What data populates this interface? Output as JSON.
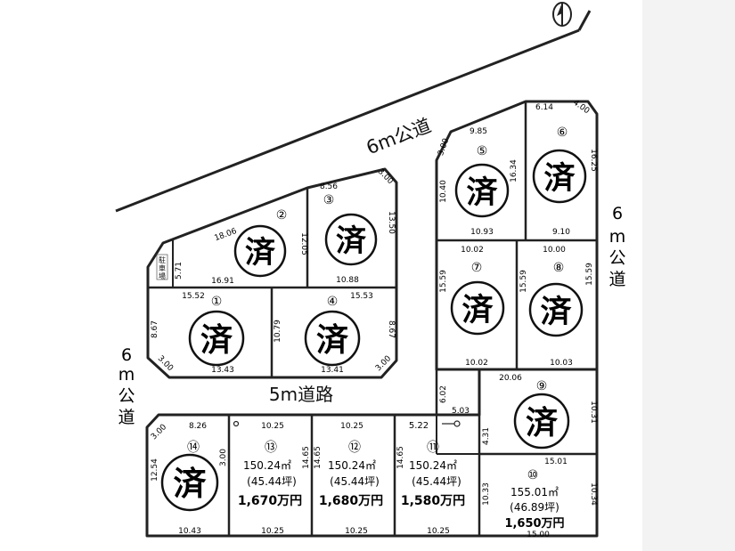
{
  "roads": {
    "north": "6m公道",
    "east_chars": [
      "6",
      "m",
      "公",
      "道"
    ],
    "west_chars": [
      "6",
      "m",
      "公",
      "道"
    ],
    "center": "5m道路"
  },
  "sold_mark": "済",
  "parking": {
    "chars": [
      "駐",
      "車",
      "場"
    ]
  },
  "lots": [
    {
      "no": "①",
      "dims": [
        "15.52",
        "8.67",
        "3.00",
        "13.43",
        "10.79"
      ]
    },
    {
      "no": "②",
      "dims": [
        "18.06",
        "5.71",
        "16.91",
        "12.05"
      ]
    },
    {
      "no": "③",
      "dims": [
        "8.56",
        "3.00",
        "13.50",
        "10.88"
      ]
    },
    {
      "no": "④",
      "dims": [
        "15.53",
        "8.67",
        "3.00",
        "13.41"
      ]
    },
    {
      "no": "⑤",
      "dims": [
        "9.85",
        "3.00",
        "10.40",
        "16.34",
        "10.93"
      ]
    },
    {
      "no": "⑥",
      "dims": [
        "6.14",
        "4.00",
        "16.25",
        "9.10"
      ]
    },
    {
      "no": "⑦",
      "dims": [
        "10.02",
        "15.59",
        "10.02"
      ]
    },
    {
      "no": "⑧",
      "dims": [
        "10.00",
        "15.59",
        "15.59",
        "10.03"
      ]
    },
    {
      "no": "⑨",
      "dims": [
        "20.06",
        "6.02",
        "5.03",
        "4.31",
        "10.31"
      ]
    },
    {
      "no": "⑩",
      "area": "155.01㎡",
      "tsubo": "(46.89坪)",
      "price": "1,650万円",
      "dims": [
        "15.01",
        "10.33",
        "10.34",
        "15.00"
      ]
    },
    {
      "no": "⑪",
      "area": "150.24㎡",
      "tsubo": "(45.44坪)",
      "price": "1,580万円",
      "dims": [
        "5.22",
        "14.65",
        "10.25"
      ]
    },
    {
      "no": "⑫",
      "area": "150.24㎡",
      "tsubo": "(45.44坪)",
      "price": "1,680万円",
      "dims": [
        "10.25",
        "14.65",
        "10.25"
      ]
    },
    {
      "no": "⑬",
      "area": "150.24㎡",
      "tsubo": "(45.44坪)",
      "price": "1,670万円",
      "dims": [
        "10.25",
        "14.65",
        "10.25"
      ]
    },
    {
      "no": "⑭",
      "dims": [
        "8.26",
        "3.00",
        "12.54",
        "10.43"
      ]
    }
  ]
}
